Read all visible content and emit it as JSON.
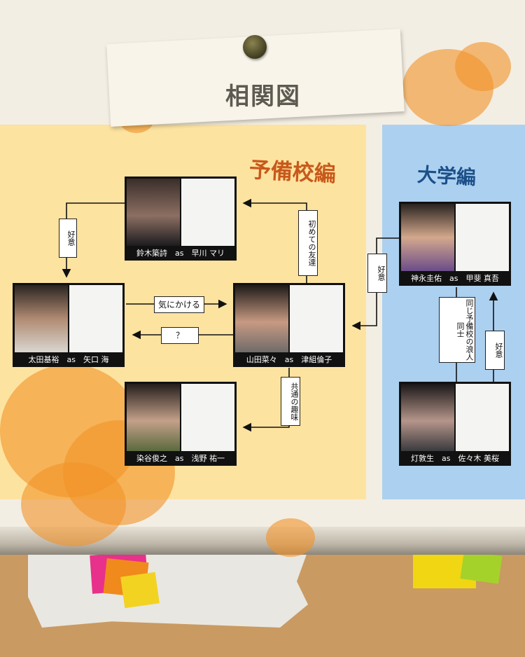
{
  "title": "相関図",
  "sections": {
    "yobiko": "予備校編",
    "daigaku": "大学編"
  },
  "characters": {
    "suzuki": {
      "caption": "鈴木築詩　as　早川 マリ"
    },
    "ota": {
      "caption": "太田基裕　as　矢口 海"
    },
    "yamada": {
      "caption": "山田菜々　as　津組倫子"
    },
    "someya": {
      "caption": "染谷俊之　as　浅野 祐一"
    },
    "kaminaga": {
      "caption": "神永圭佑　as　甲斐 真吾"
    },
    "tomoshibi": {
      "caption": "灯敦生　as　佐々木 美桜"
    }
  },
  "relations": {
    "suzuki_to_ota": "好意",
    "yamada_to_suzuki": "初めての友達",
    "ota_to_yamada": "気にかける",
    "yamada_to_ota": "？",
    "yamada_to_someya": "共通の趣味",
    "kaminaga_to_yamada": "好意",
    "kaminaga_tomoshibi": "同じ予備校の浪人同士",
    "tomoshibi_to_kaminaga": "好意"
  },
  "colors": {
    "panel_left": "#fde3a0",
    "panel_right": "#acd0f0",
    "section_yobi": "#c8591b",
    "section_daigaku": "#1b4f88",
    "splash": "#f29228"
  }
}
